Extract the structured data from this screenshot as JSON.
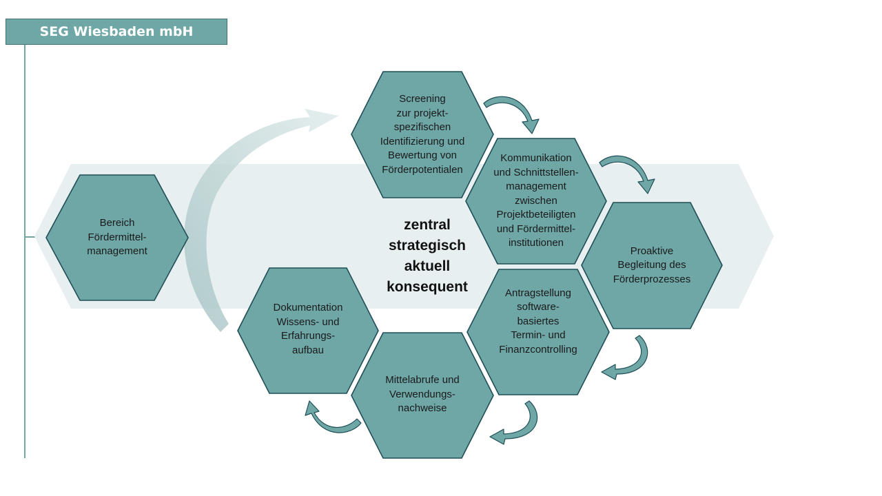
{
  "header": {
    "title": "SEG Wiesbaden mbH"
  },
  "center": {
    "lines": [
      "zentral",
      "strategisch",
      "aktuell",
      "konsequent"
    ]
  },
  "hexagons": {
    "bereich": "Bereich\nFördermittel-\nmanagement",
    "screening": "Screening\nzur projekt-\nspezifischen\nIdentifizierung und\nBewertung von\nFörderpotentialen",
    "kommunikation": "Kommunikation\nund Schnittstellen-\nmanagement\nzwischen\nProjektbeteiligten\nund Fördermittel-\ninstitutionen",
    "proaktive": "Proaktive\nBegleitung des\nFörderprozesses",
    "antragstellung": "Antragstellung\nsoftware-\nbasiertes\nTermin- und\nFinanzcontrolling",
    "mittelabrufe": "Mittelabrufe und\nVerwendungs-\nnachweise",
    "dokumentation": "Dokumentation\nWissens- und\nErfahrungs-\naufbau"
  },
  "colors": {
    "hex_fill": "#6fa7a7",
    "hex_stroke": "#1f4e57",
    "band": "#e8eff0",
    "curve": "#c9dbdb"
  }
}
